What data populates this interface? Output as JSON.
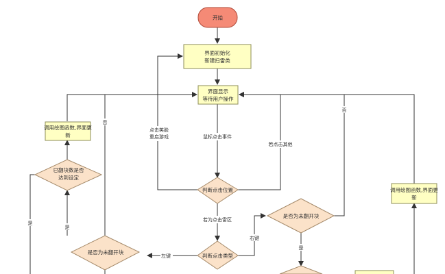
{
  "colors": {
    "terminal_fill": "#f58a76",
    "terminal_stroke": "#b04b3a",
    "process_fill": "#ffffc3",
    "process_stroke": "#8c8c5a",
    "decision_fill": "#fbe2c9",
    "decision_stroke": "#a58a6a",
    "edge": "#333333"
  },
  "nodes": {
    "start": {
      "lines": [
        "开始"
      ]
    },
    "init": {
      "lines": [
        "界面初始化",
        "新建扫雷类"
      ]
    },
    "display": {
      "lines": [
        "界面显示",
        "等待用户操作"
      ]
    },
    "draw_left": {
      "lines": [
        "调用绘图函数,界面更",
        "新"
      ]
    },
    "draw_right": {
      "lines": [
        "调用绘图函数,界面更",
        "新"
      ]
    },
    "judge_position": {
      "lines": [
        "判断点击位置"
      ]
    },
    "judge_type": {
      "lines": [
        "判断点击类型"
      ]
    },
    "flipped_count": {
      "lines": [
        "已翻块数是否",
        "达到设定"
      ]
    },
    "unflipped_left": {
      "lines": [
        "是否为未翻开块"
      ]
    },
    "unflipped_right": {
      "lines": [
        "是否为未翻开块"
      ]
    }
  },
  "edge_labels": {
    "restart": [
      "点击笑脸",
      "重启游戏"
    ],
    "mouse_event": "鼠标点击事件",
    "click_other": "若点击其他",
    "click_mine_area": "若为点击雷区",
    "right_click": "右键",
    "left_click": "左键",
    "no_right": "否",
    "no_left": "否",
    "yes_right": "是",
    "yes_left_1": "是",
    "yes_left_2": "是"
  }
}
